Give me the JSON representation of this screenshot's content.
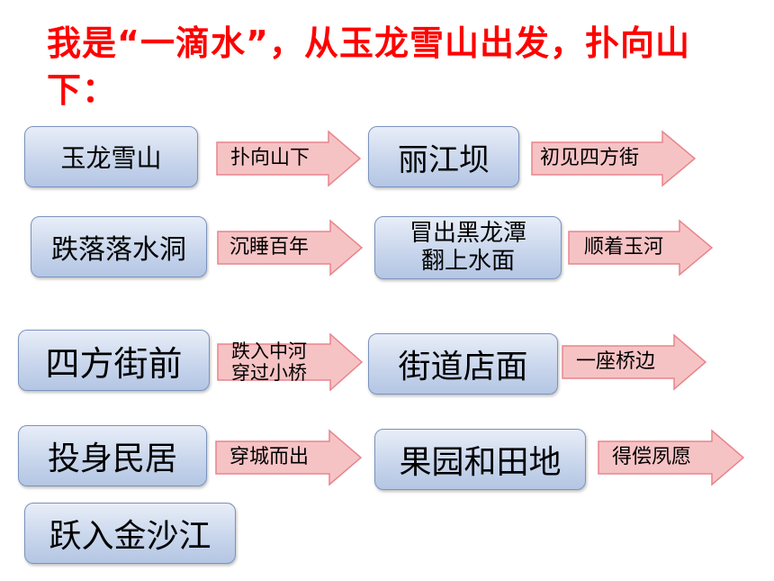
{
  "title": "我是“一滴水”，从玉龙雪山出发，扑向山下：",
  "rows": [
    {
      "box1": "玉龙雪山",
      "arrow1": "扑向山下",
      "box2": "丽江坝",
      "arrow2": "初见四方街"
    },
    {
      "box1": "跌落落水洞",
      "arrow1": "沉睡百年",
      "box2": [
        "冒出黑龙潭",
        "翻上水面"
      ],
      "arrow2": "顺着玉河"
    },
    {
      "box1": "四方街前",
      "arrow1": [
        "跌入中河",
        "穿过小桥"
      ],
      "box2": "街道店面",
      "arrow2": "一座桥边"
    },
    {
      "box1": "投身民居",
      "arrow1": "穿城而出",
      "box2": "果园和田地",
      "arrow2": "得偿夙愿"
    },
    {
      "box1": "跃入金沙江"
    }
  ],
  "colors": {
    "title": "#ff0000",
    "box_border": "#7b93bd",
    "arrow_fill": "#f6c3c5",
    "arrow_stroke": "#e8858b"
  }
}
